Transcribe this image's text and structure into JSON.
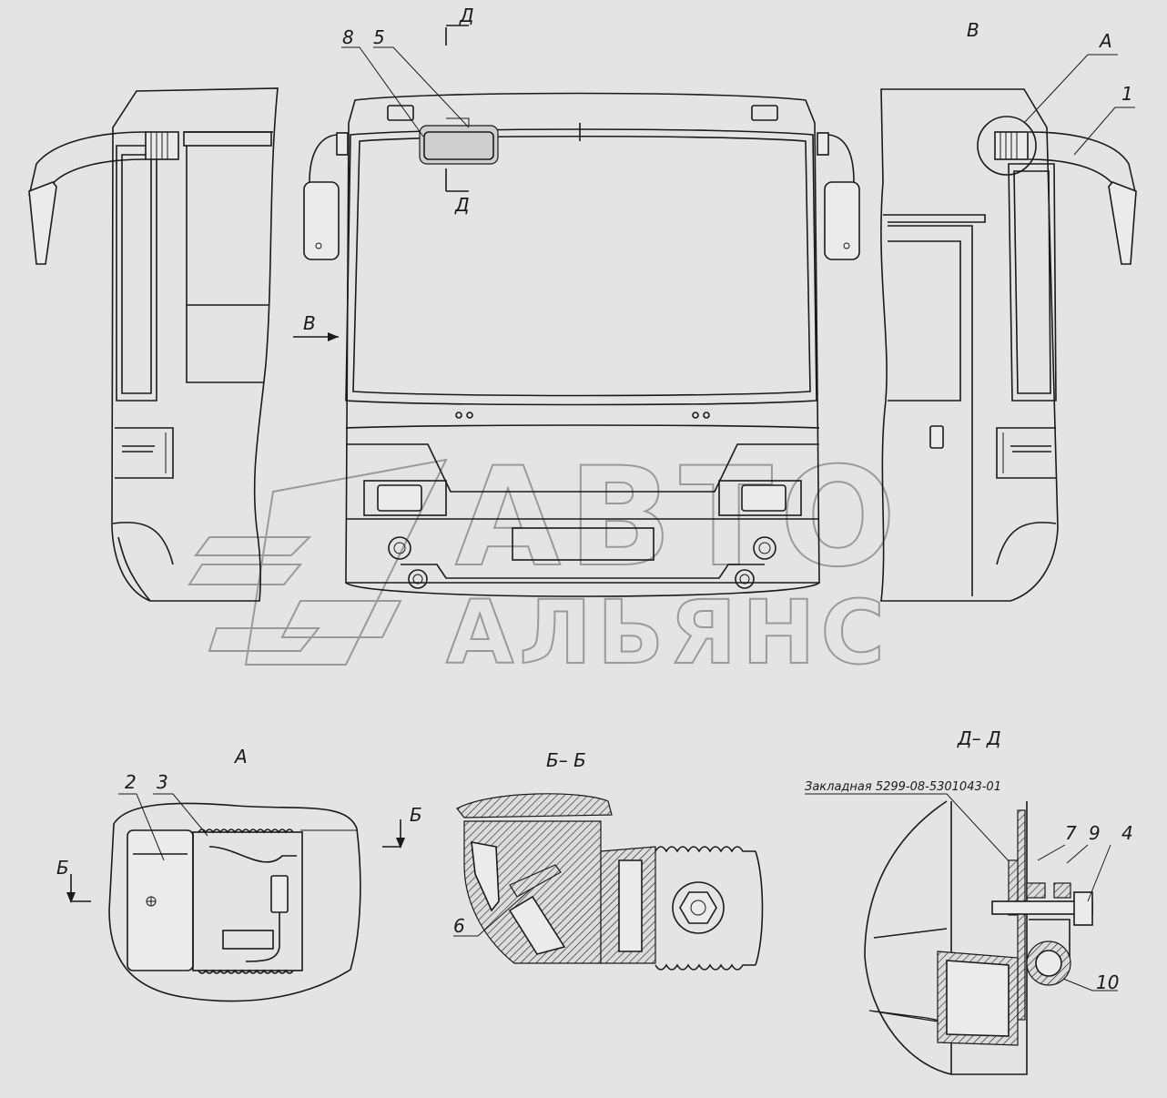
{
  "labels": {
    "section_d_top": "Д",
    "section_d_bottom": "Д",
    "view_v_arrow": "В",
    "view_v_title": "В",
    "callout_a": "А",
    "callout_1": "1",
    "callout_8": "8",
    "callout_5": "5"
  },
  "detail_a": {
    "title": "А",
    "callout_2": "2",
    "callout_3": "3",
    "cut_left": "Б",
    "cut_right": "Б"
  },
  "section_bb": {
    "title": "Б– Б",
    "callout_6": "6"
  },
  "section_dd": {
    "title": "Д– Д",
    "note": "Закладная 5299-08-5301043-01",
    "callout_7": "7",
    "callout_9": "9",
    "callout_4": "4",
    "callout_10": "10"
  },
  "watermark": {
    "line1": "АВТО",
    "line2": "АЛЬЯНС"
  }
}
